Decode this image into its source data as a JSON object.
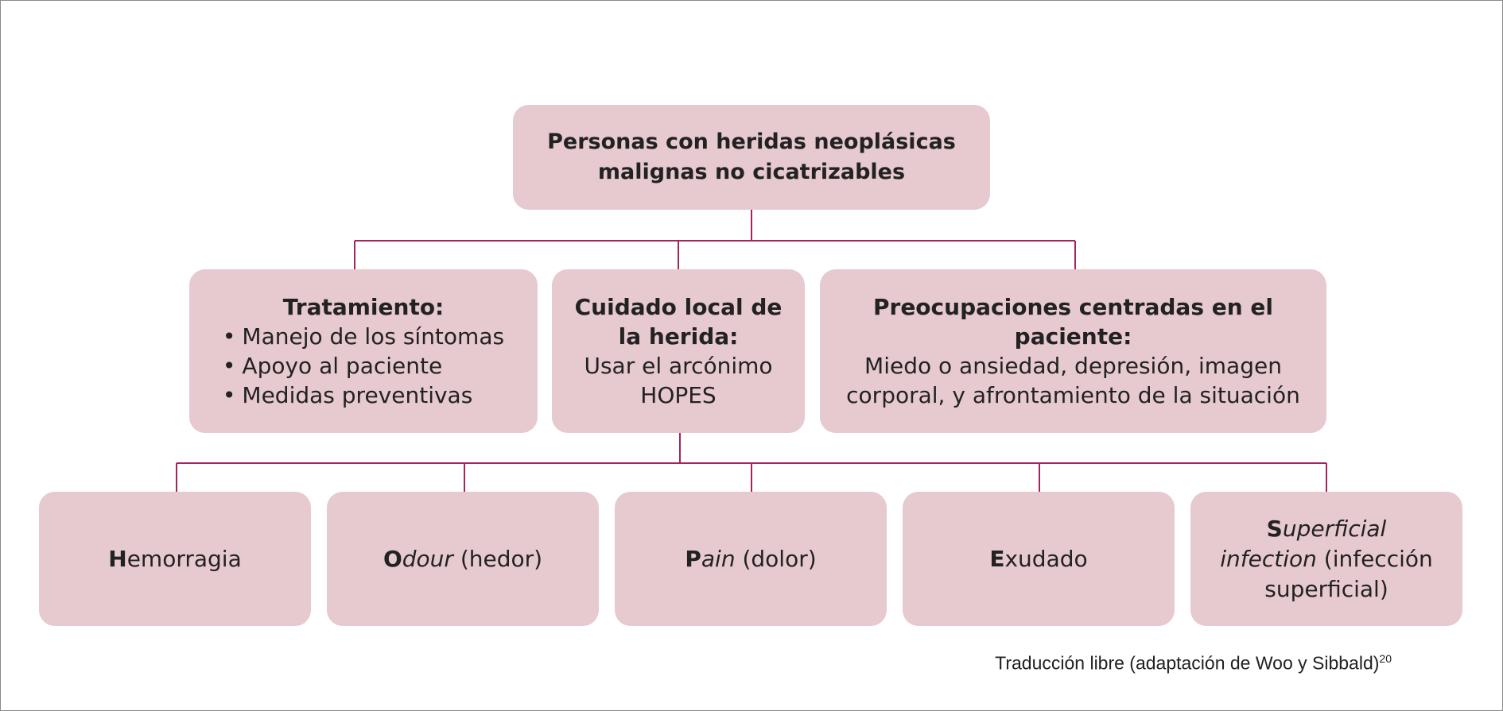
{
  "colors": {
    "box_fill": "#e7c9d0",
    "connector": "#a3245b",
    "frame": "#8a8a8a"
  },
  "root": {
    "line1": "Personas con heridas neoplásicas",
    "line2": "malignas no cicatrizables"
  },
  "treatment": {
    "title": "Tratamiento:",
    "items": [
      "Manejo de los síntomas",
      "Apoyo al paciente",
      "Medidas preventivas"
    ]
  },
  "local_care": {
    "title_line1": "Cuidado local de",
    "title_line2": "la herida:",
    "body_line1": "Usar el arcónimo",
    "body_line2": "HOPES"
  },
  "patient_concerns": {
    "title_line1": "Preocupaciones centradas en el",
    "title_line2": "paciente:",
    "body_line1": "Miedo o ansiedad, depresión, imagen",
    "body_line2": "corporal, y afrontamiento de la situación"
  },
  "hopes": [
    {
      "letter": "H",
      "rest": "emorragia"
    },
    {
      "letter": "O",
      "rest_italic": "dour",
      "translation": " (hedor)"
    },
    {
      "letter": "P",
      "rest_italic": "ain",
      "translation": " (dolor)"
    },
    {
      "letter": "E",
      "rest": "xudado"
    },
    {
      "letter": "S",
      "rest_italic_line1": "uperficial",
      "italic_line2": "infection",
      "translation_line2": " (infección",
      "translation_line3": "superficial)"
    }
  ],
  "caption": {
    "text": "Traducción libre (adaptación de Woo y Sibbald)",
    "ref": "20"
  }
}
